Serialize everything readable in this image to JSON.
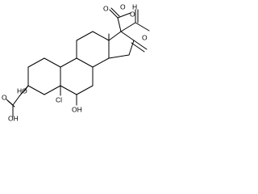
{
  "colors": {
    "background": "#ffffff",
    "ink": "#000000"
  },
  "labels": {
    "peroxy_o1": "O",
    "peroxy_o2": "O",
    "peroxy_h": "H",
    "acid_top_o": "O",
    "acetyl_o": "O",
    "ring_a_oh": "HO",
    "ring_a_acid_o": "O",
    "ring_a_acid_oh": "OH",
    "cl": "Cl",
    "ring_b_oh": "OH"
  }
}
